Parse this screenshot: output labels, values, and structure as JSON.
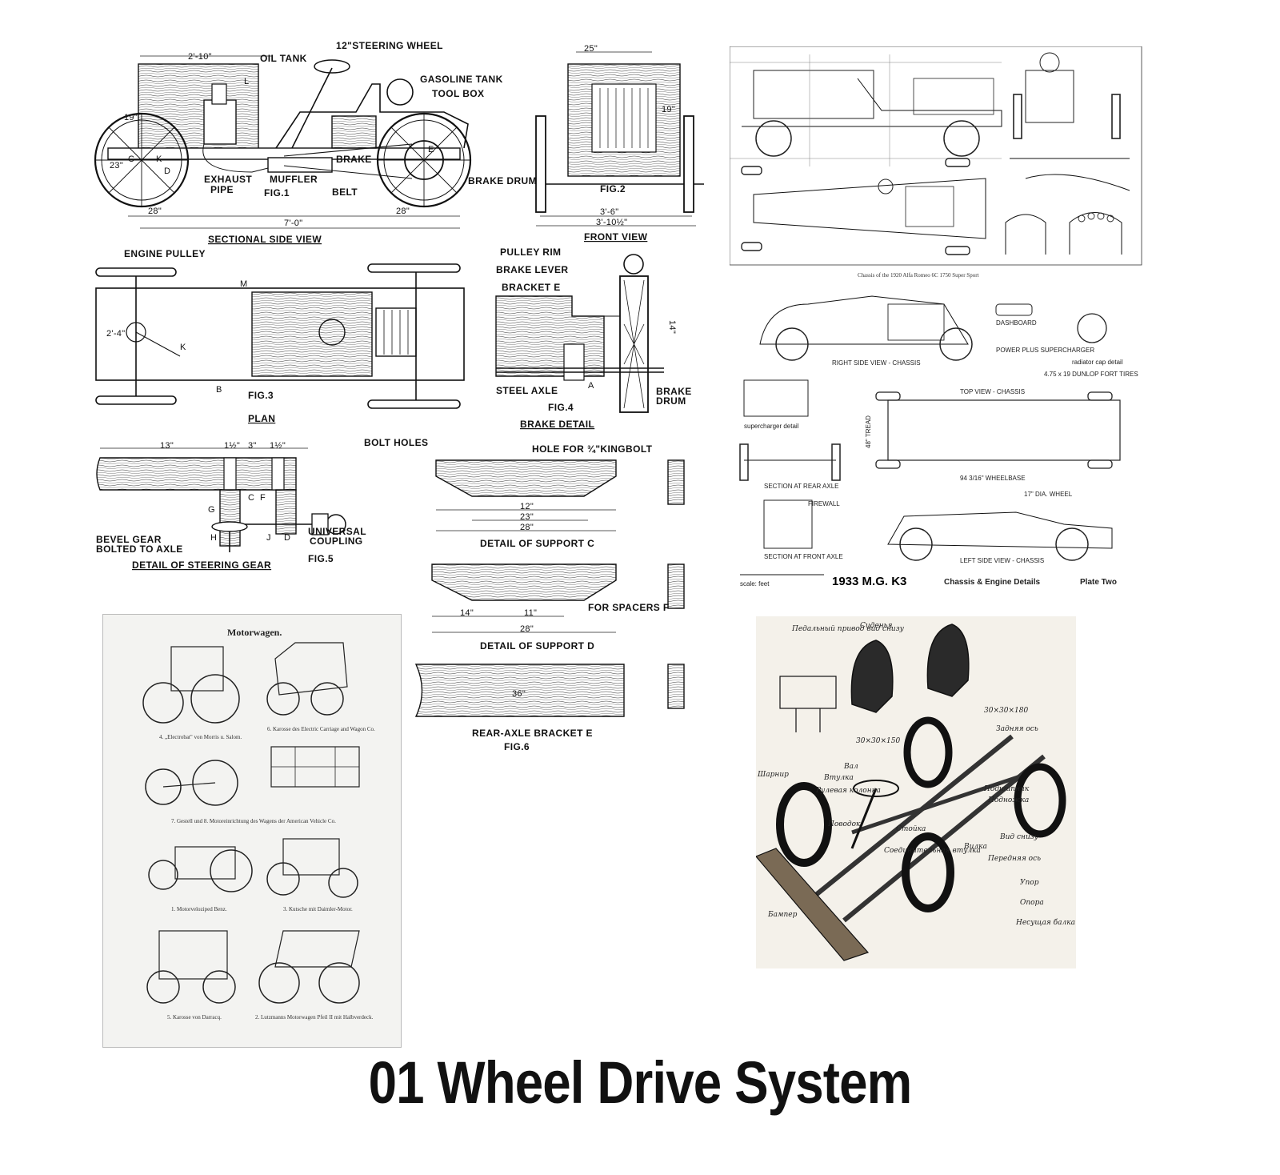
{
  "title": "01 Wheel Drive System",
  "plan1": {
    "dims": {
      "top": "2'-10\"",
      "height": "19\"",
      "wheel": "23\"",
      "left": "28\"",
      "right": "28\"",
      "total": "7'-0\""
    },
    "labels": {
      "steering": "12\"STEERING WHEEL",
      "oil": "OIL TANK",
      "gas": "GASOLINE TANK",
      "tool": "TOOL BOX",
      "exhaust": "EXHAUST",
      "pipe": "PIPE",
      "muffler": "MUFFLER",
      "brake": "BRAKE",
      "belt": "BELT",
      "drum": "BRAKE DRUM",
      "l": "L",
      "c": "C",
      "k": "K",
      "d": "D",
      "e": "E"
    },
    "fig": "FIG.1",
    "caption": "SECTIONAL SIDE VIEW"
  },
  "plan2": {
    "dims": {
      "top": "25\"",
      "side": "19\"",
      "b1": "3'-6\"",
      "b2": "3'-10½\""
    },
    "fig": "FIG.2",
    "caption": "FRONT VIEW"
  },
  "plan3": {
    "labels": {
      "pulley": "ENGINE PULLEY",
      "m": "M",
      "k": "K",
      "b": "B"
    },
    "dim": "2'-4\"",
    "fig": "FIG.3",
    "caption": "PLAN"
  },
  "plan4": {
    "labels": {
      "rim": "PULLEY RIM",
      "lever": "BRAKE LEVER",
      "bracket": "BRACKET E",
      "axle": "STEEL AXLE",
      "a": "A",
      "drum1": "BRAKE",
      "drum2": "DRUM"
    },
    "dim": "14\"",
    "fig": "FIG.4",
    "caption": "BRAKE DETAIL"
  },
  "plan5": {
    "dims": {
      "a": "13\"",
      "b": "1½\"",
      "c": "3\"",
      "d": "1½\""
    },
    "labels": {
      "bevel1": "BEVEL GEAR",
      "bevel2": "BOLTED TO AXLE",
      "uni1": "UNIVERSAL",
      "uni2": "COUPLING",
      "g": "G",
      "c": "C",
      "f": "F",
      "h": "H",
      "j": "J",
      "d": "D"
    },
    "fig": "FIG.5",
    "caption": "DETAIL OF STEERING GEAR"
  },
  "plan6": {
    "labels": {
      "bolts": "BOLT HOLES",
      "hole": "HOLE FOR ¾\"KINGBOLT",
      "spacers": "FOR SPACERS F"
    },
    "dims": {
      "c1": "12\"",
      "c2": "23\"",
      "c3": "28\"",
      "d1": "14\"",
      "d2": "11\"",
      "d3": "28\"",
      "e1": "36\""
    },
    "capC": "DETAIL OF SUPPORT C",
    "capD": "DETAIL OF SUPPORT D",
    "capE": "REAR-AXLE BRACKET E",
    "fig": "FIG.6"
  },
  "alfa": {
    "caption": "Chassis of the 1920 Alfa Romeo 6C 1750 Super Sport"
  },
  "mg": {
    "labels": {
      "dash": "DASHBOARD",
      "super": "POWER PLUS SUPERCHARGER",
      "cap": "radiator cap detail",
      "right": "RIGHT SIDE VIEW - CHASSIS",
      "tires": "4.75 x 19 DUNLOP FORT TIRES",
      "top": "TOP VIEW - CHASSIS",
      "superdetail": "supercharger detail",
      "tread": "48\" TREAD",
      "rear": "SECTION AT REAR AXLE",
      "wheelbase": "94 3/16\" WHEELBASE",
      "firewall": "FIREWALL",
      "steer": "17\" DIA. WHEEL",
      "front": "SECTION AT FRONT AXLE",
      "left": "LEFT SIDE VIEW - CHASSIS",
      "scale": "scale: feet"
    },
    "title": "1933 M.G. K3",
    "subtitle": "Chassis & Engine Details",
    "plate": "Plate Two"
  },
  "motor": {
    "heading": "Motorwagen.",
    "captions": [
      "4. „Electrobat\" von Morris u. Salom.",
      "6. Karosse des Electric Carriage and Wagon Co.",
      "7. Gestell und 8. Motoreinrichtung des Wagens der American Vehicle Co.",
      "1. Motorveloziped Benz.",
      "3. Kutsche mit Daimler-Motor.",
      "5. Karosse von Darracq.",
      "2. Lutzmanns Motorwagen Pfeil II mit Halbverdeck."
    ]
  },
  "rus": {
    "labels": [
      "Педальный привод вид снизу",
      "Сиденья",
      "30×30×180",
      "Задняя ось",
      "30×30×150",
      "Вал",
      "Втулка",
      "Шарнир",
      "Рулевая колонна",
      "Подшипник",
      "Подножка",
      "Стойка",
      "Поводок",
      "Вилка",
      "Передняя ось",
      "Соединительная втулка",
      "Вид снизу",
      "Упор",
      "Опора",
      "Несущая балка",
      "Бампер"
    ]
  }
}
